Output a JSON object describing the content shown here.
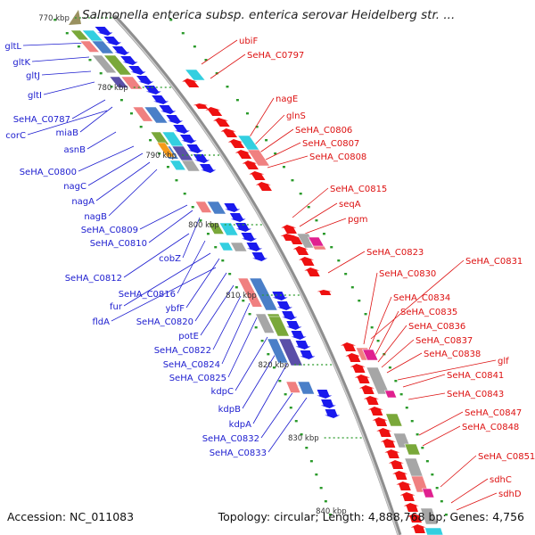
{
  "header": {
    "title": "Salmonella enterica subsp. enterica serovar Heidelberg str. ..."
  },
  "footer": {
    "accession": "Accession: NC_011083",
    "stats": "Topology: circular; Length: 4,888,768 bp; Genes: 4,756"
  },
  "scale": {
    "ticks": [
      "770 kbp",
      "780 kbp",
      "790 kbp",
      "800 kbp",
      "810 kbp",
      "820 kbp",
      "830 kbp",
      "840 kbp"
    ]
  },
  "colors": {
    "backbone": "#9a9a9a",
    "left_labels": "#1c1ccf",
    "right_labels": "#dd1111",
    "forward_gene": "#1a1aee",
    "reverse_gene": "#ee1111",
    "tick_dots": "#2a9a2a",
    "blast_cyan": "#33cfe0",
    "blast_blue": "#4a7fc8",
    "blast_green": "#7aa83a",
    "blast_pink": "#f08080",
    "blast_magenta": "#e0208f",
    "blast_orange": "#f59a1a",
    "blast_purple": "#5a4fa8",
    "blast_gray": "#a6a6a6"
  },
  "left_genes": [
    "gltL",
    "gltK",
    "gltJ",
    "gltI",
    "SeHA_C0787",
    "corC",
    "miaB",
    "asnB",
    "SeHA_C0800",
    "nagC",
    "nagA",
    "nagB",
    "SeHA_C0809",
    "SeHA_C0810",
    "cobZ",
    "SeHA_C0812",
    "SeHA_C0816",
    "fur",
    "ybfF",
    "fldA",
    "SeHA_C0820",
    "potE",
    "SeHA_C0822",
    "SeHA_C0824",
    "SeHA_C0825",
    "kdpC",
    "kdpB",
    "kdpA",
    "SeHA_C0832",
    "SeHA_C0833"
  ],
  "right_genes": [
    "ubiF",
    "SeHA_C0797",
    "nagE",
    "glnS",
    "SeHA_C0806",
    "SeHA_C0807",
    "SeHA_C0808",
    "SeHA_C0815",
    "seqA",
    "pgm",
    "SeHA_C0823",
    "SeHA_C0831",
    "SeHA_C0830",
    "SeHA_C0834",
    "SeHA_C0835",
    "SeHA_C0836",
    "SeHA_C0837",
    "SeHA_C0838",
    "glf",
    "SeHA_C0841",
    "SeHA_C0843",
    "SeHA_C0847",
    "SeHA_C0848",
    "SeHA_C0851",
    "sdhC",
    "sdhD"
  ]
}
